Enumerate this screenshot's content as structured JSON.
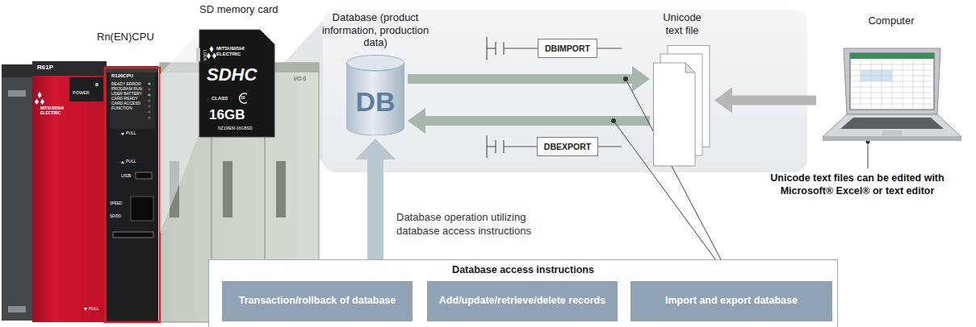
{
  "diagram": {
    "nodes": [
      {
        "text": [
          "Database (product information, production data)",
          "DB"
        ]
      },
      {
        "text": [
          "DBIMPORT"
        ]
      },
      {
        "text": [
          "DBEXPORT"
        ]
      },
      {
        "text": [
          "Unicode text file"
        ]
      },
      {
        "text": [
          "Computer"
        ]
      },
      {
        "text": [
          "Database access instructions"
        ]
      },
      {
        "text": [
          "Transaction/rollback of database"
        ],
        "in": 5
      },
      {
        "text": [
          "Add/update/retrieve/delete records"
        ],
        "in": 5
      },
      {
        "text": [
          "Import and export database"
        ],
        "in": 5
      }
    ],
    "edges": [
      {
        "from": 0,
        "to": 3,
        "arrow": "to"
      },
      {
        "from": 3,
        "to": 0,
        "arrow": "to"
      },
      {
        "from": 4,
        "to": 3,
        "arrow": "to"
      },
      {
        "from": 5,
        "to": 0,
        "arrow": "to",
        "label": "Database operation utilizing database access instructions"
      }
    ],
    "labels": [
      "Rn(EN)CPU",
      "SD memory card",
      "MITSUBISHI ELECTRIC",
      "SDHC",
      "16GB",
      "CLASS",
      "10",
      "NZ1MEM-16GBSD",
      "LOCK",
      "MITSUBISHI ELECTRIC",
      "R61P",
      "POWER",
      "R120CPU",
      "READY ERROR PROGRAM RUN USER BATTERY CARD READY CARD ACCESS FUNCTION",
      "PULL",
      "PULL",
      "USB",
      "SPEED",
      "SD/RD",
      "I/O 0",
      "PULL",
      "Unicode text files can be edited with Microsoft® Excel® or text editor"
    ]
  }
}
